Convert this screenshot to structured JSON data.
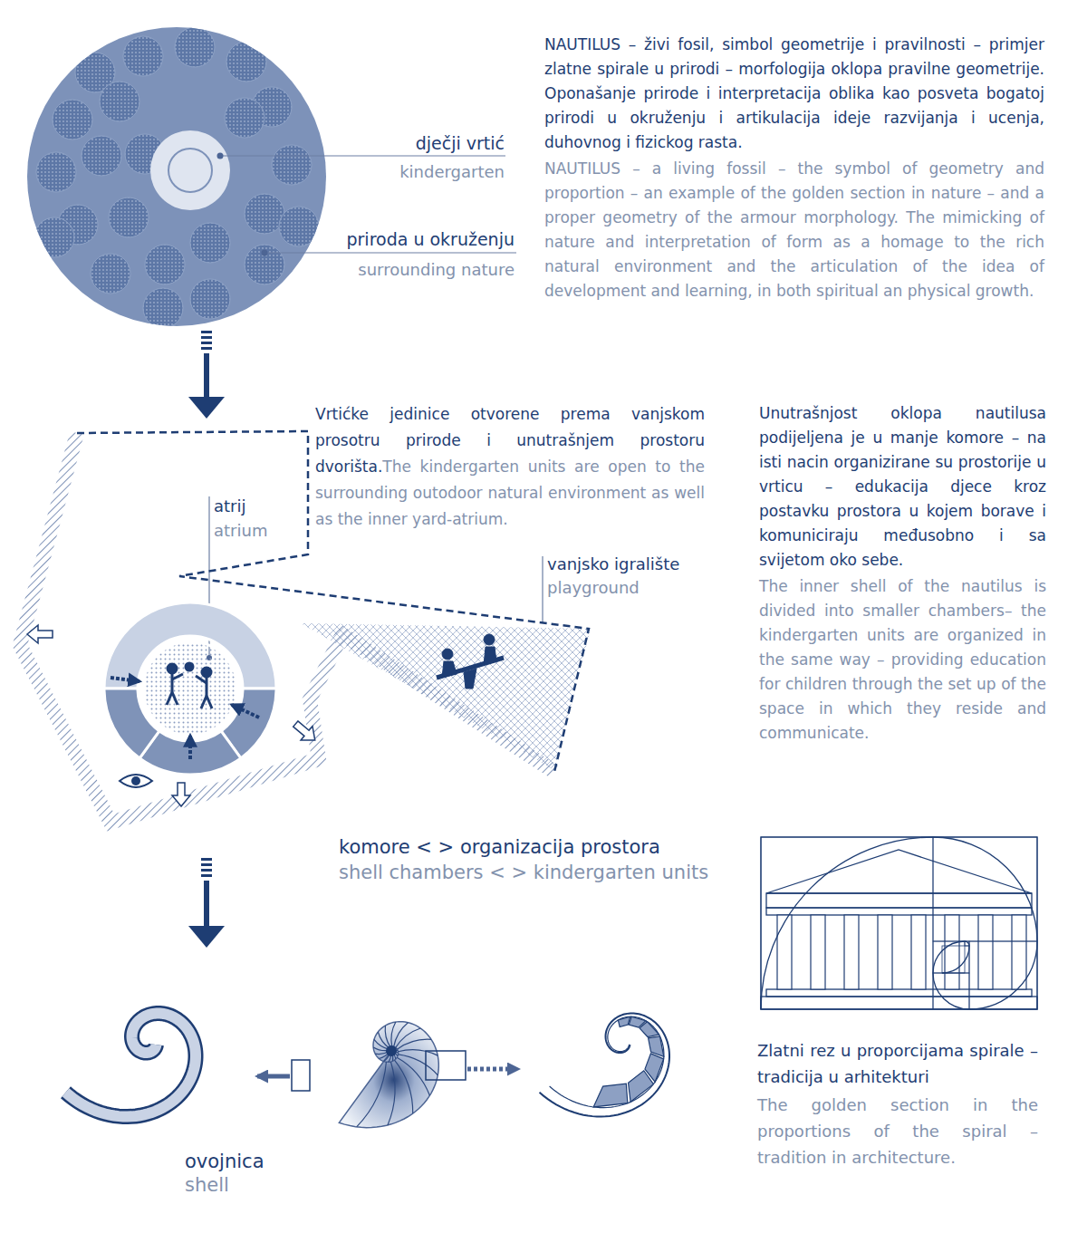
{
  "diagram": {
    "labels": [
      "dječji vrtić",
      "kindergarten",
      "priroda u okruženju",
      "surrounding nature",
      "NAUTILUS – živi fosil, simbol geometrije i pravilnosti – primjer zlatne spirale u prirodi – morfologija oklopa pravilne geometrije. Oponašanje prirode i interpretacija oblika kao posveta bogatoj prirodi u okruženju i artikulacija ideje razvijanja i ucenja, duhovnog i fizickog rasta.",
      "NAUTILUS – a living fossil – the symbol of geometry and proportion – an example of the golden section in nature – and a proper geometry of the armour morphology. The mimicking of nature and interpretation of form as a homage to the rich natural environment and the articulation of the idea of development and learning, in both spiritual an physical growth.",
      "Vrtićke jedinice otvorene prema vanjskom prosotru prirode i unutrašnjem prostoru dvorišta.",
      "The kindergarten units are open to the surrounding outodoor natural environment as well as the inner yard-atrium.",
      "atrij",
      "atrium",
      "vanjsko igralište",
      "playground",
      "Unutrašnjost oklopa nautilusa podijeljena je u manje komore – na isti nacin organizirane su prostorije u vrticu – edukacija djece kroz postavku prostora u kojem borave i komuniciraju međusobno i sa svijetom oko sebe.",
      "The inner shell of the nautilus is divided into smaller chambers– the kindergarten units are organized in the same way – providing education for children through the set up of the space in which they reside and communicate.",
      "komore < > organizacija prostora",
      "shell chambers < > kindergarten units",
      "ovojnica",
      "shell",
      "Zlatni rez u proporcijama spirale – tradicija u arhitekturi",
      "The golden section in the proportions of the spiral – tradition in architecture."
    ]
  }
}
